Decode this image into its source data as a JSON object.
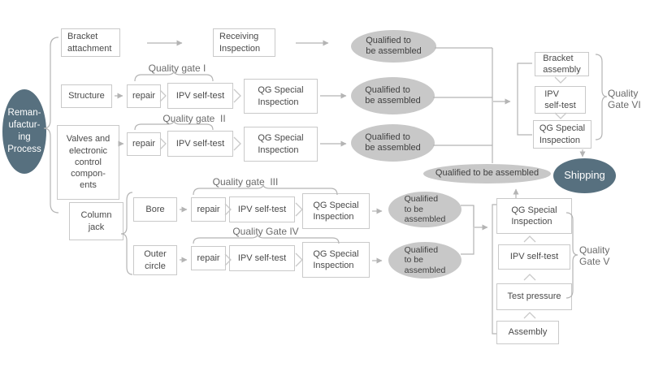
{
  "colors": {
    "dark_node": "#57707f",
    "gray_node": "#c8c8c8",
    "box_border": "#c9c9c9",
    "line": "#b4b4b4",
    "box_text": "#4a4a4a",
    "label_text": "#6b6b6b"
  },
  "nodes": {
    "process": "Reman-\nufactur-\ning\nProcess",
    "bracket_attachment": "Bracket\nattachment",
    "receiving_inspection": "Receiving\nInspection",
    "structure": "Structure",
    "valves": "Valves and\nelectronic\ncontrol\ncompon-\nents",
    "column_jack": "Column\njack",
    "bore": "Bore",
    "outer_circle": "Outer\ncircle",
    "repair": "repair",
    "ipv_self_test": "IPV self-test",
    "qg_special_inspection": "QG Special\nInspection",
    "qualified_2line": "Qualified to\nbe assembled",
    "qualified_3line": "Qualified\nto be\nassembled",
    "qualified_flat": "Qualified to be assembled",
    "bracket_assembly": "Bracket\nassembly",
    "ipv_self_test_2line": "IPV\nself-test",
    "test_pressure": "Test pressure",
    "assembly": "Assembly",
    "shipping": "Shipping"
  },
  "labels": {
    "gate1": "Quality gate I",
    "gate2": "Quality gate  II",
    "gate3": "Quality gate  III",
    "gate4": "Quality Gate IV",
    "gate5": "Quality\nGate V",
    "gate6": "Quality\nGate VI"
  }
}
